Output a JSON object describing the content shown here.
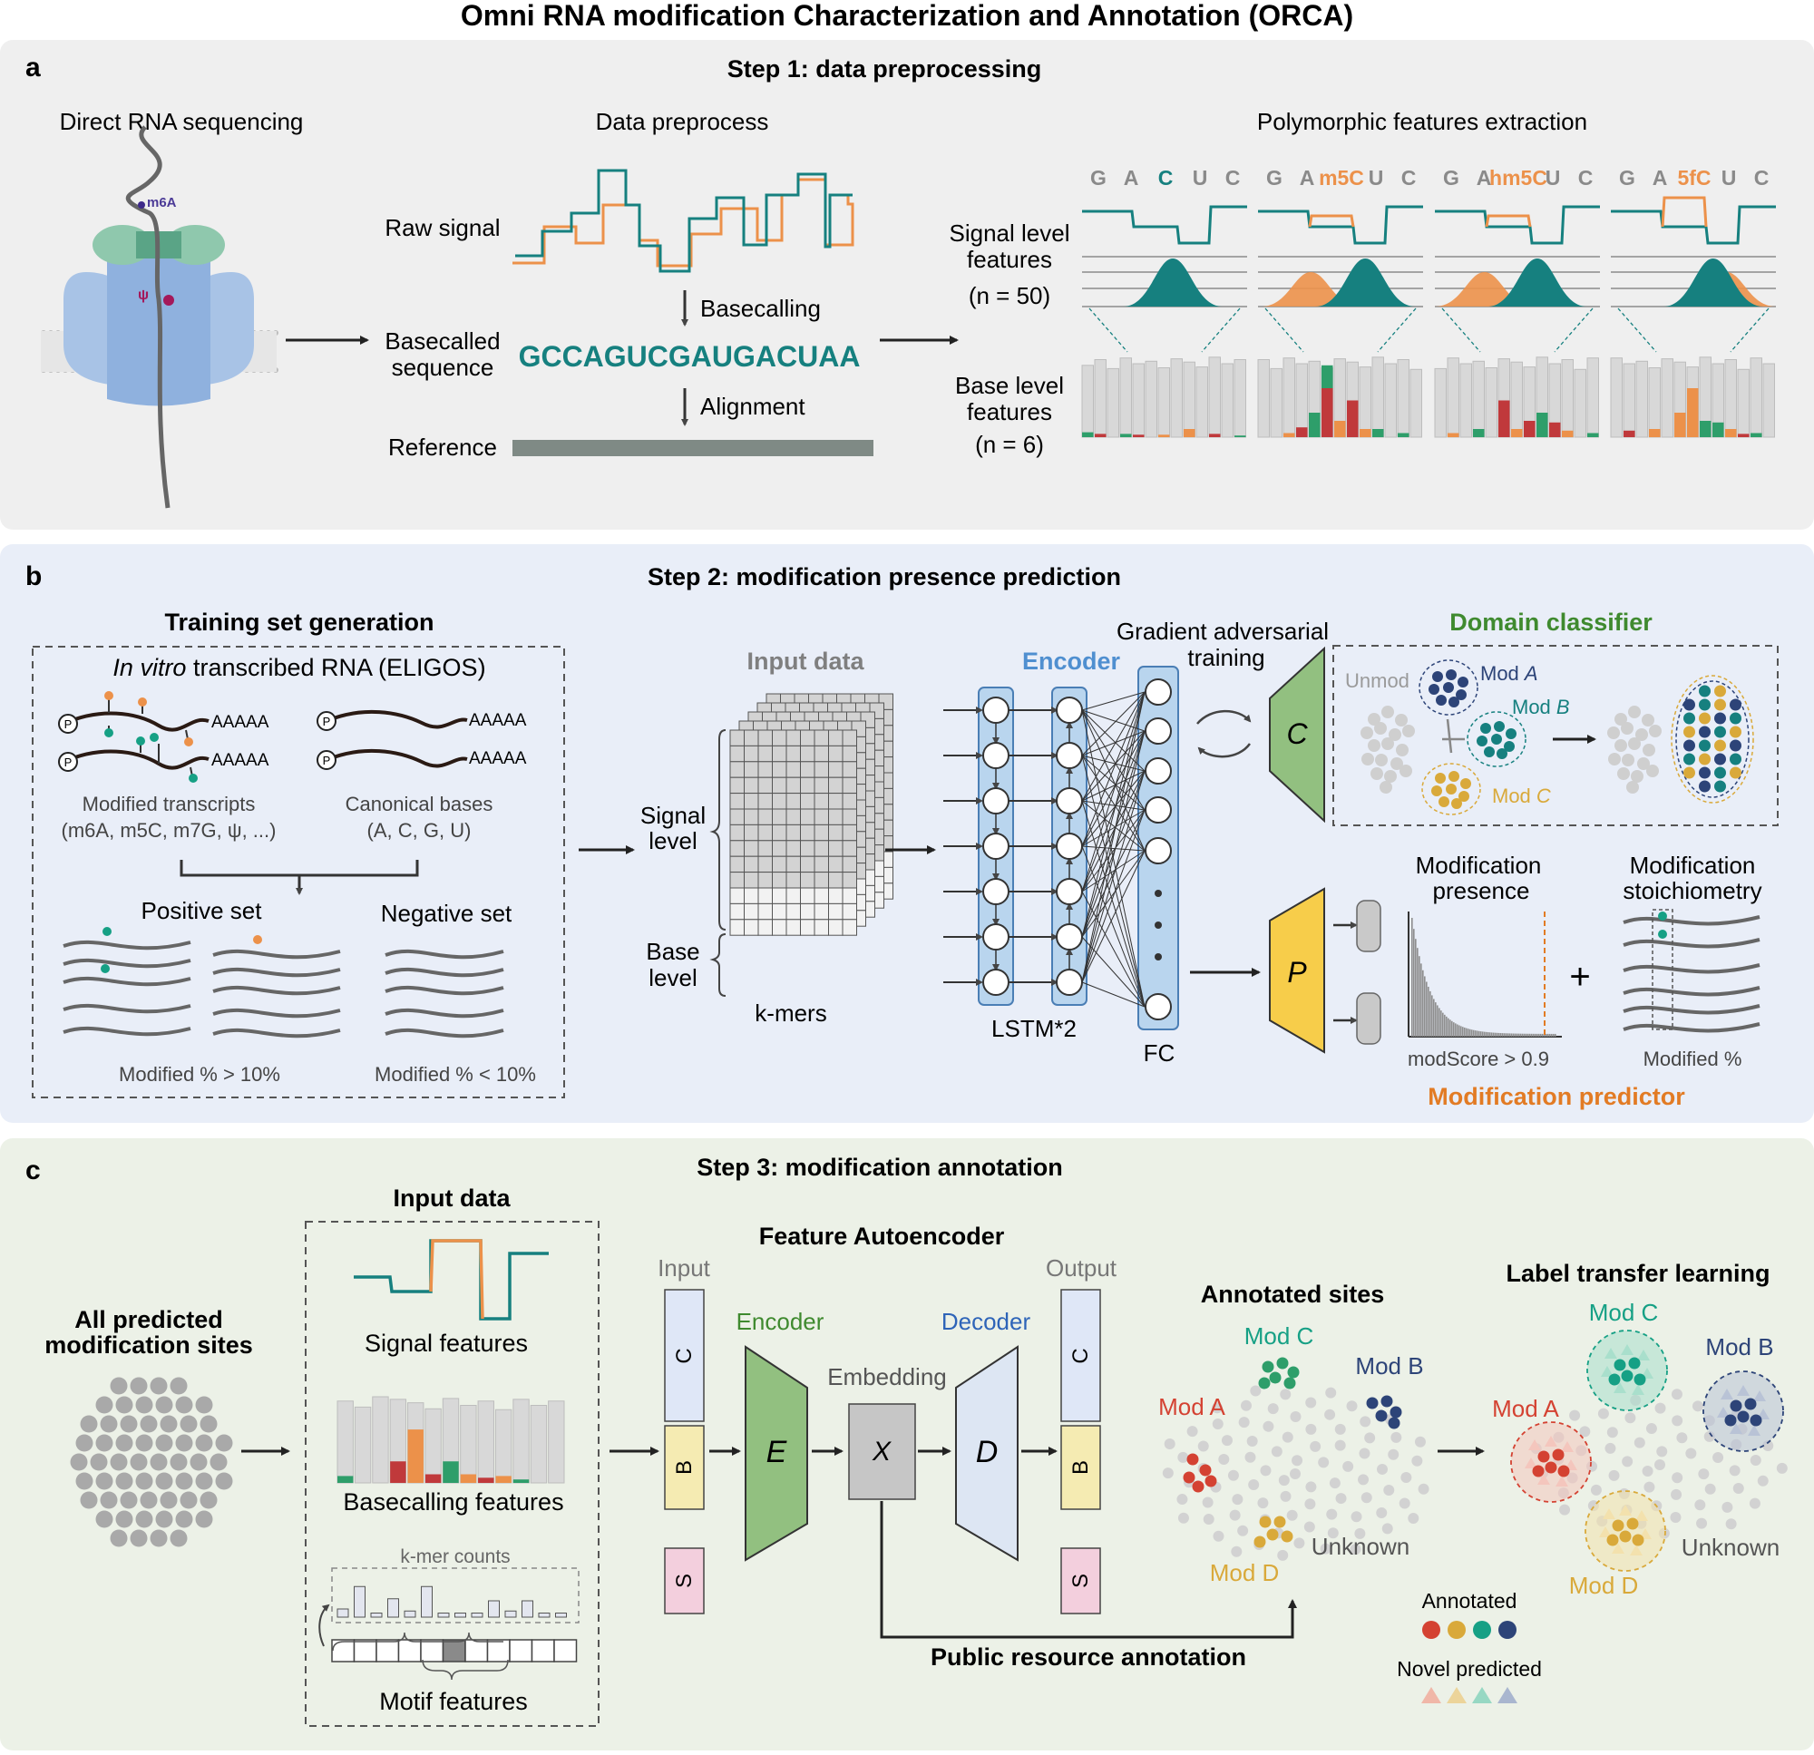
{
  "title": "Omni RNA modification Characterization and Annotation (ORCA)",
  "colors": {
    "panel_a": "#efefef",
    "panel_b": "#e9eef8",
    "panel_c": "#ecf1e7",
    "teal": "#16807f",
    "orange": "#ec914a",
    "red": "#c0393b",
    "green": "#2e9e6a",
    "yellow": "#d9a93a",
    "navy": "#2d4478",
    "blue_enc": "#4f8fd0",
    "green_dom": "#3f8a2f",
    "orange_pred": "#e27b24",
    "grey_dot": "#a9a9a9"
  },
  "a": {
    "label": "a",
    "step": "Step 1: data preprocessing",
    "direct_rna": "Direct RNA sequencing",
    "data_preprocess": "Data preprocess",
    "poly_features": "Polymorphic features extraction",
    "raw_signal": "Raw signal",
    "basecalling": "Basecalling",
    "basecalled_1": "Basecalled",
    "basecalled_2": "sequence",
    "sequence": "GCCAGUCGAUGACUAA",
    "alignment": "Alignment",
    "reference": "Reference",
    "m6a": "m6A",
    "psi": "ψ",
    "signal_level_1": "Signal level",
    "signal_level_2": "features",
    "signal_level_3": "(n = 50)",
    "base_level_1": "Base level",
    "base_level_2": "features",
    "base_level_3": "(n = 6)",
    "kmers": [
      {
        "p": [
          "G",
          "A",
          "C",
          "U",
          "C"
        ]
      },
      {
        "p": [
          "G",
          "A",
          "m5C",
          "U",
          "C"
        ]
      },
      {
        "p": [
          "G",
          "A",
          "hm5C",
          "U",
          "C"
        ]
      },
      {
        "p": [
          "G",
          "A",
          "5fC",
          "U",
          "C"
        ]
      }
    ]
  },
  "b": {
    "label": "b",
    "step": "Step 2: modification presence prediction",
    "training": "Training set generation",
    "in_vitro_it": "In vitro",
    "in_vitro_rest": " transcribed RNA (ELIGOS)",
    "polyA": "AAAAA",
    "p": "P",
    "mod_transcripts_1": "Modified transcripts",
    "mod_transcripts_2": "(m6A, m5C, m7G, ψ, ...)",
    "canonical_1": "Canonical bases",
    "canonical_2": "(A, C, G, U)",
    "positive": "Positive set",
    "negative": "Negative set",
    "pos_cond": "Modified % > 10%",
    "neg_cond": "Modified % < 10%",
    "input_data": "Input data",
    "signal_1": "Signal",
    "signal_2": "level",
    "base_1": "Base",
    "base_2": "level",
    "kmers": "k-mers",
    "encoder": "Encoder",
    "lstm": "LSTM*2",
    "fc": "FC",
    "gat_1": "Gradient adversarial",
    "gat_2": "training",
    "c_letter": "C",
    "p_letter": "P",
    "domain": "Domain classifier",
    "unmod": "Unmod",
    "mod_a": "Mod A",
    "mod_b": "Mod B",
    "mod_c": "Mod C",
    "mod_presence_1": "Modification",
    "mod_presence_2": "presence",
    "mod_stoich_1": "Modification",
    "mod_stoich_2": "stoichiometry",
    "modscore": "modScore > 0.9",
    "plus": "+",
    "modified_pct": "Modified %",
    "predictor": "Modification predictor"
  },
  "c": {
    "label": "c",
    "step": "Step 3: modification annotation",
    "all_pred_1": "All predicted",
    "all_pred_2": "modification sites",
    "input_data": "Input data",
    "signal_features": "Signal features",
    "basecalling_features": "Basecalling features",
    "kmer_counts": "k-mer counts",
    "motif_features": "Motif features",
    "autoencoder": "Feature Autoencoder",
    "input": "Input",
    "output": "Output",
    "encoder": "Encoder",
    "decoder": "Decoder",
    "embedding": "Embedding",
    "e": "E",
    "x": "X",
    "d": "D",
    "c": "C",
    "b": "B",
    "s": "S",
    "public": "Public resource annotation",
    "annotated_sites": "Annotated sites",
    "label_transfer": "Label transfer learning",
    "mod_a": "Mod A",
    "mod_b": "Mod B",
    "mod_c": "Mod C",
    "mod_d": "Mod D",
    "unknown": "Unknown",
    "annotated": "Annotated",
    "novel": "Novel predicted"
  }
}
